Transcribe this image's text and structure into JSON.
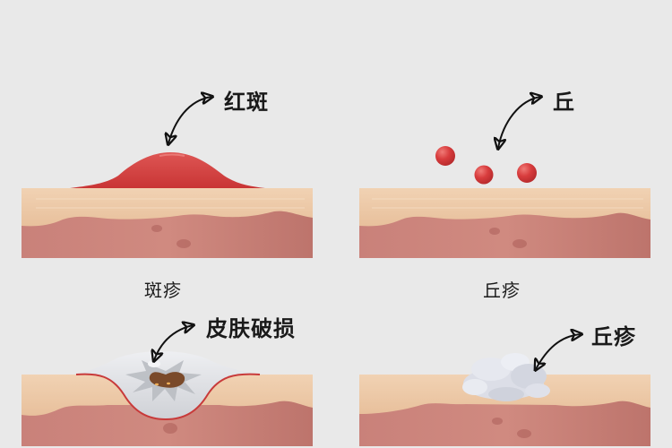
{
  "colors": {
    "background": "#e9e9e9",
    "epidermis": "#edc9a6",
    "epidermis_light": "#f3d8bb",
    "dermis": "#c77b72",
    "dermis_dark": "#b86e67",
    "erythema_red": "#d2403e",
    "papule_red": "#d63a3c",
    "wound_gray": "#d9dbe0",
    "wound_brown": "#7a4a2a",
    "crust_white": "#dfe1ea",
    "text": "#1a1a1a"
  },
  "panels": [
    {
      "id": "macule",
      "callout": "红斑",
      "caption": "斑疹"
    },
    {
      "id": "papule",
      "callout": "丘",
      "caption": "丘疹"
    },
    {
      "id": "erosion",
      "callout": "皮肤破损",
      "caption": ""
    },
    {
      "id": "crust",
      "callout": "丘疹",
      "caption": ""
    }
  ]
}
